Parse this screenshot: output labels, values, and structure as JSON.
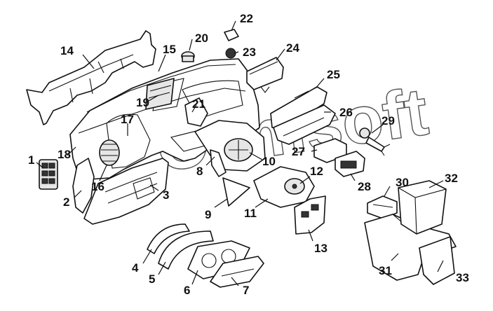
{
  "callouts": [
    {
      "id": "c1",
      "label": "1"
    },
    {
      "id": "c2",
      "label": "2"
    },
    {
      "id": "c3",
      "label": "3"
    },
    {
      "id": "c4",
      "label": "4"
    },
    {
      "id": "c5",
      "label": "5"
    },
    {
      "id": "c6",
      "label": "6"
    },
    {
      "id": "c7",
      "label": "7"
    },
    {
      "id": "c8",
      "label": "8"
    },
    {
      "id": "c9",
      "label": "9"
    },
    {
      "id": "c10",
      "label": "10"
    },
    {
      "id": "c11",
      "label": "11"
    },
    {
      "id": "c12",
      "label": "12"
    },
    {
      "id": "c13",
      "label": "13"
    },
    {
      "id": "c14",
      "label": "14"
    },
    {
      "id": "c15",
      "label": "15"
    },
    {
      "id": "c16",
      "label": "16"
    },
    {
      "id": "c17",
      "label": "17"
    },
    {
      "id": "c18",
      "label": "18"
    },
    {
      "id": "c19",
      "label": "19"
    },
    {
      "id": "c20",
      "label": "20"
    },
    {
      "id": "c21",
      "label": "21"
    },
    {
      "id": "c22",
      "label": "22"
    },
    {
      "id": "c23",
      "label": "23"
    },
    {
      "id": "c24",
      "label": "24"
    },
    {
      "id": "c25",
      "label": "25"
    },
    {
      "id": "c26",
      "label": "26"
    },
    {
      "id": "c27",
      "label": "27"
    },
    {
      "id": "c28",
      "label": "28"
    },
    {
      "id": "c29",
      "label": "29"
    },
    {
      "id": "c30",
      "label": "30"
    },
    {
      "id": "c31",
      "label": "31"
    },
    {
      "id": "c32",
      "label": "32"
    },
    {
      "id": "c33",
      "label": "33"
    }
  ],
  "watermark": "Oemsoft"
}
